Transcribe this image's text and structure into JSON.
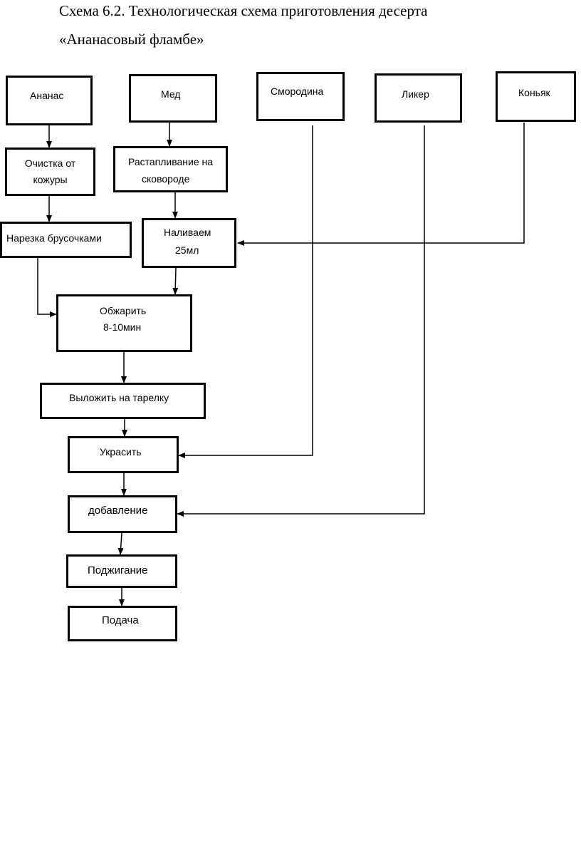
{
  "header": {
    "line1": "Схема 6.2. Технологическая схема приготовления десерта",
    "line2": "«Ананасовый фламбе»"
  },
  "diagram": {
    "ingredients": {
      "pineapple": "Ананас",
      "honey": "Мед",
      "currant": "Смородина",
      "liqueur": "Ликер",
      "cognac": "Коньяк"
    },
    "steps": {
      "peel": [
        "Очистка от",
        "кожуры"
      ],
      "melt": [
        "Растапливание на",
        "сковороде"
      ],
      "slice": "Нарезка брусочками",
      "pour": [
        "Наливаем",
        "25мл"
      ],
      "fry": [
        "Обжарить",
        "8-10мин"
      ],
      "plate": "Выложить на тарелку",
      "decorate": "Украсить",
      "add": "добавление",
      "ignite": "Поджигание",
      "serve": "Подача"
    }
  }
}
